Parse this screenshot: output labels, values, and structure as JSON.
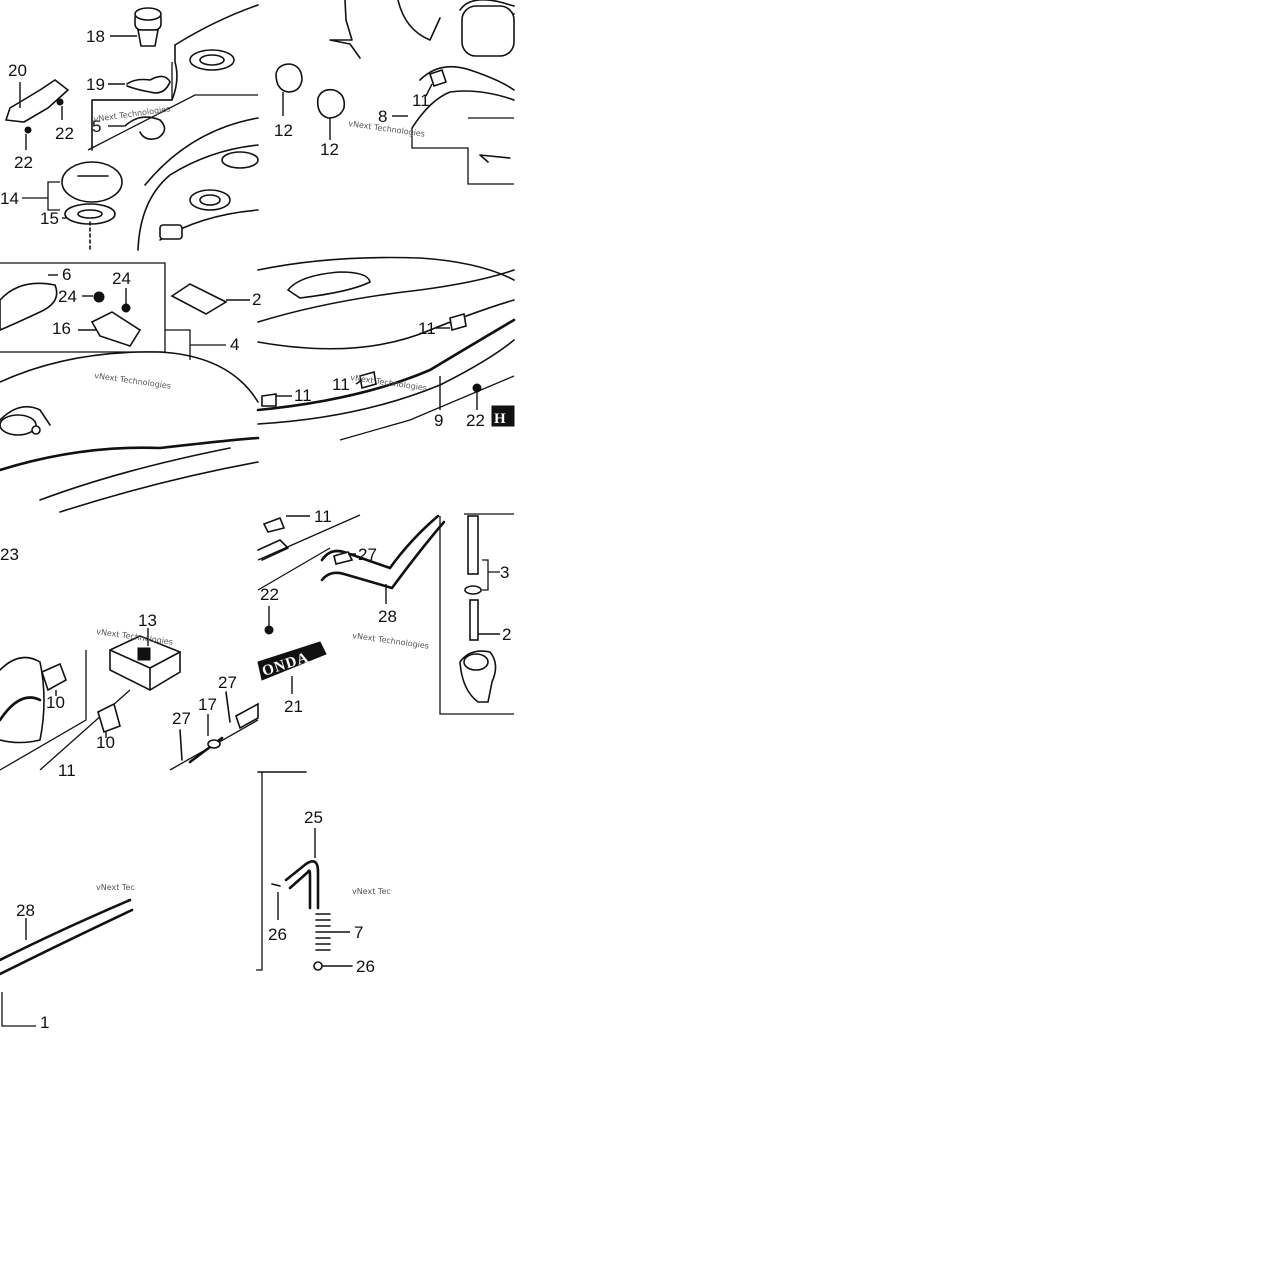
{
  "callouts": {
    "c1": "1",
    "c2a": "2",
    "c2b": "2",
    "c3": "3",
    "c4": "4",
    "c5": "5",
    "c6": "6",
    "c7": "7",
    "c8": "8",
    "c9": "9",
    "c10a": "10",
    "c10b": "10",
    "c11a": "11",
    "c11b": "11",
    "c11c": "11",
    "c11d": "11",
    "c11e": "11",
    "c11f": "11",
    "c12a": "12",
    "c12b": "12",
    "c13": "13",
    "c14": "14",
    "c15": "15",
    "c16": "16",
    "c17": "17",
    "c18": "18",
    "c19": "19",
    "c20": "20",
    "c21": "21",
    "c22a": "22",
    "c22b": "22",
    "c22c": "22",
    "c22d": "22",
    "c23": "23",
    "c24a": "24",
    "c24b": "24",
    "c25": "25",
    "c26a": "26",
    "c26b": "26",
    "c27a": "27",
    "c27b": "27",
    "c27c": "27",
    "c28a": "28",
    "c28b": "28"
  },
  "emblem": {
    "text": "ONDA",
    "partial_letter": "H"
  },
  "watermark": {
    "line1": "vNext Technologies",
    "line2": "vNext Tec"
  }
}
